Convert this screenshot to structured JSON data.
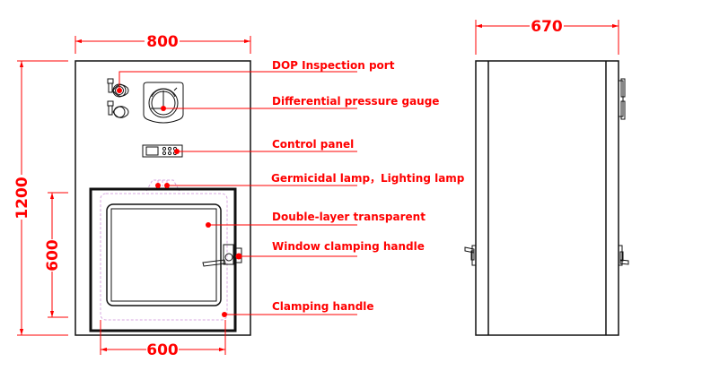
{
  "colors": {
    "dimension": "#ff0000",
    "outline": "#111111",
    "lamp_zone": "#d8a8e0"
  },
  "front_view": {
    "dimensions": {
      "width": "800",
      "height": "1200",
      "window_height": "600",
      "window_width": "600"
    },
    "callouts": [
      {
        "id": "dop",
        "label": "DOP Inspection port"
      },
      {
        "id": "gauge",
        "label": "Differential pressure gauge"
      },
      {
        "id": "control",
        "label": "Control panel"
      },
      {
        "id": "lamp",
        "label": "Germicidal lamp，Lighting lamp"
      },
      {
        "id": "glass",
        "label": "Double-layer transparent"
      },
      {
        "id": "window_handle",
        "label": "Window clamping handle"
      },
      {
        "id": "clamp_handle",
        "label": "Clamping handle"
      }
    ]
  },
  "side_view": {
    "dimensions": {
      "depth": "670"
    }
  }
}
